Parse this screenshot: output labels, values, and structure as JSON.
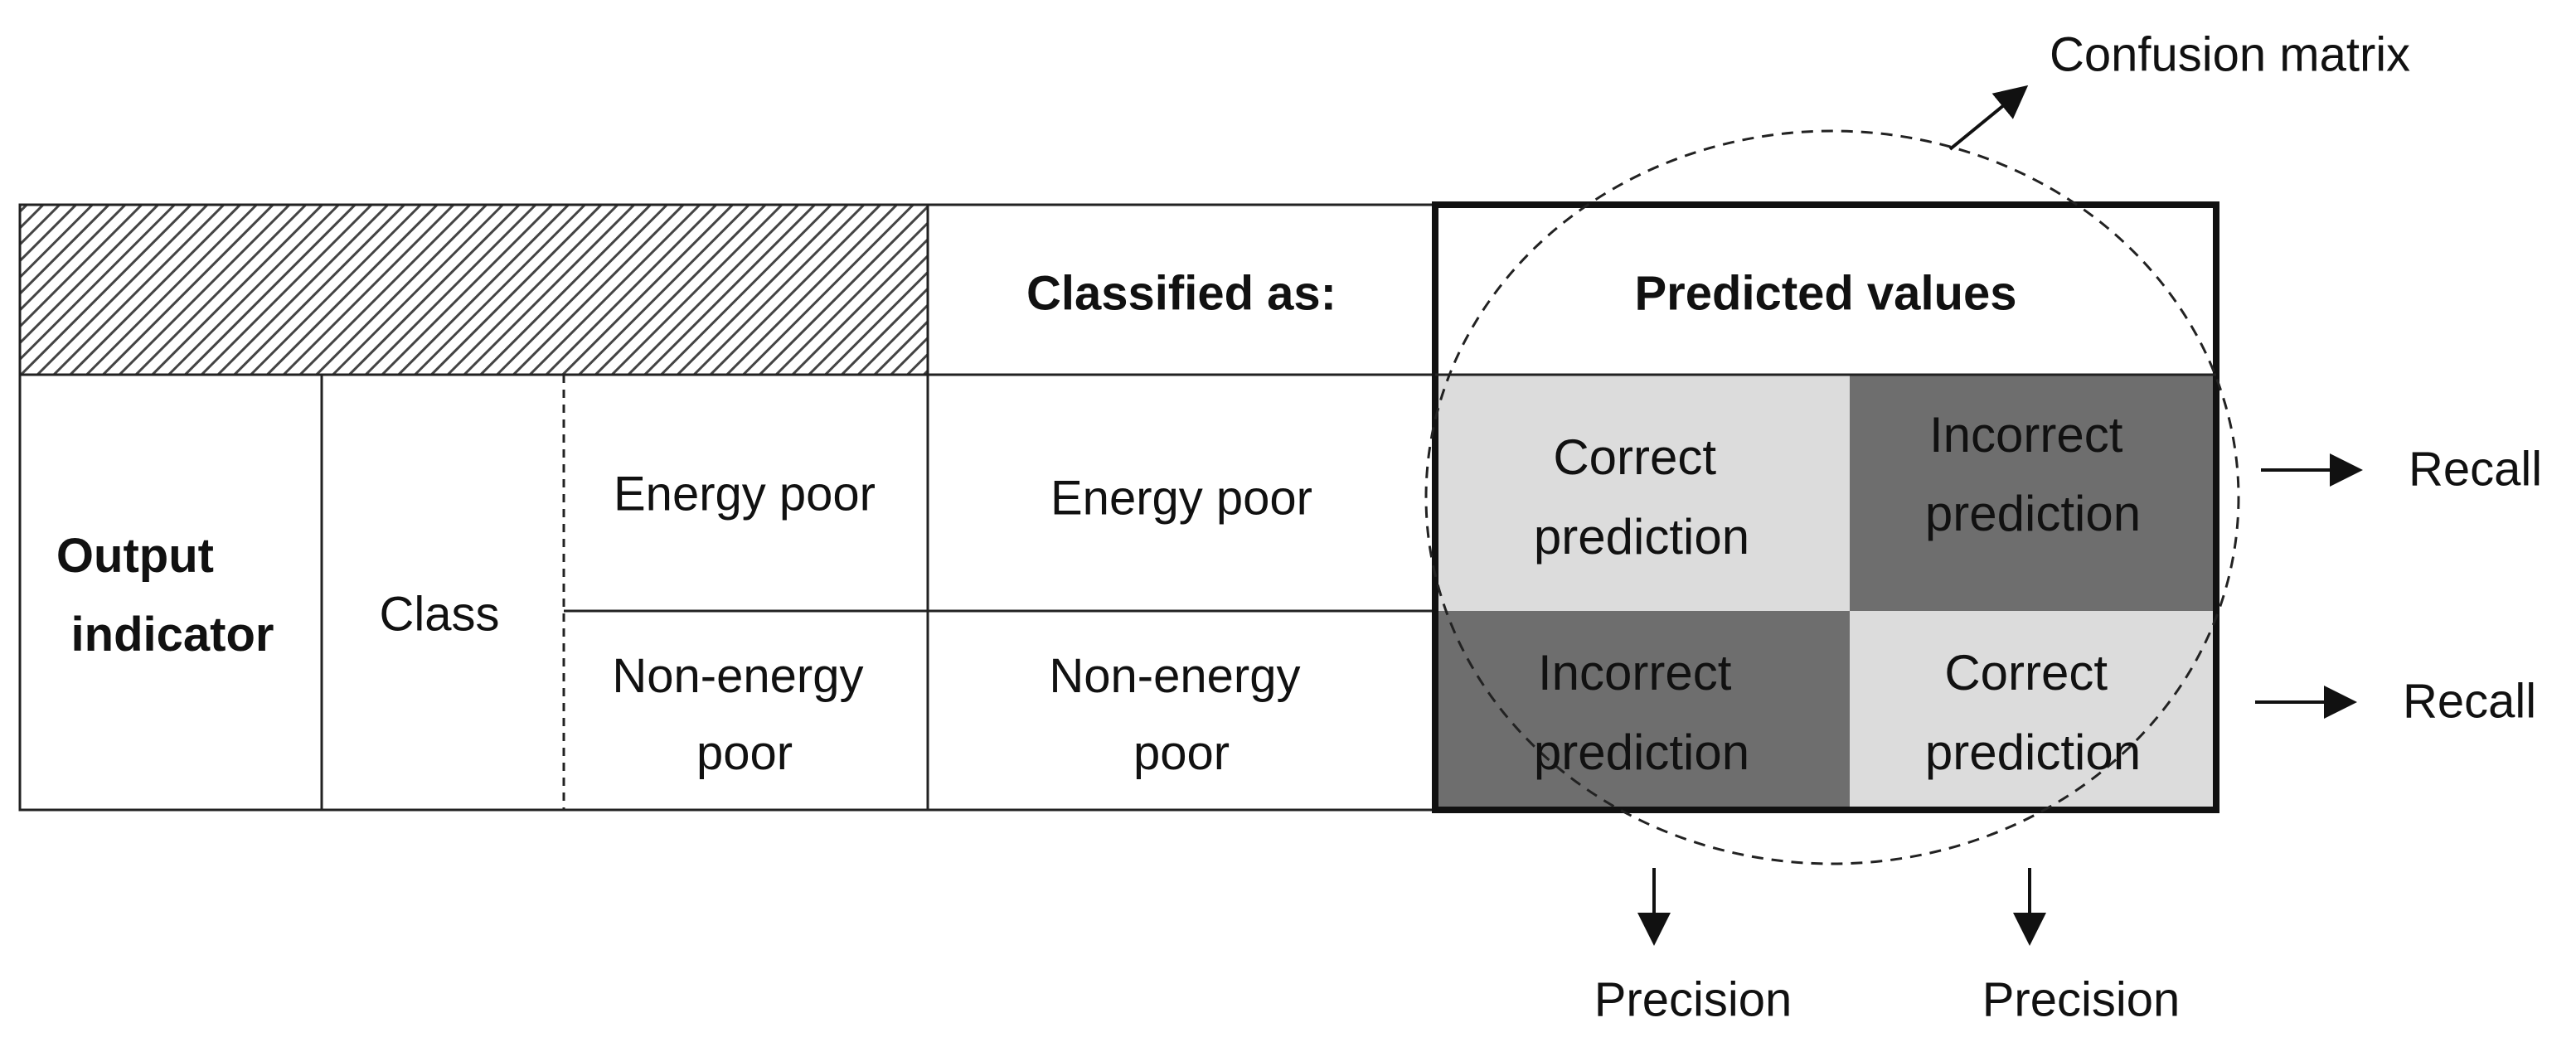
{
  "header": {
    "classified_as": "Classified as:",
    "predicted_values": "Predicted values"
  },
  "row_labels": {
    "output_indicator_line1": "Output",
    "output_indicator_line2": "indicator",
    "class": "Class",
    "energy_poor": "Energy poor",
    "non_energy_poor_line1": "Non-energy",
    "non_energy_poor_line2": "poor"
  },
  "classified": {
    "energy_poor": "Energy poor",
    "non_energy_poor_line1": "Non-energy",
    "non_energy_poor_line2": "poor"
  },
  "matrix": {
    "cell_11": [
      "Correct",
      "prediction"
    ],
    "cell_12": [
      "Incorrect",
      "prediction"
    ],
    "cell_21": [
      "Incorrect",
      "prediction"
    ],
    "cell_22": [
      "Correct",
      "prediction"
    ],
    "correct_color": "#dcdcdc",
    "incorrect_color": "#6e6e6e"
  },
  "annotations": {
    "confusion_matrix": "Confusion matrix",
    "recall_row1": "Recall",
    "recall_row2": "Recall",
    "precision_col1": "Precision",
    "precision_col2": "Precision"
  }
}
